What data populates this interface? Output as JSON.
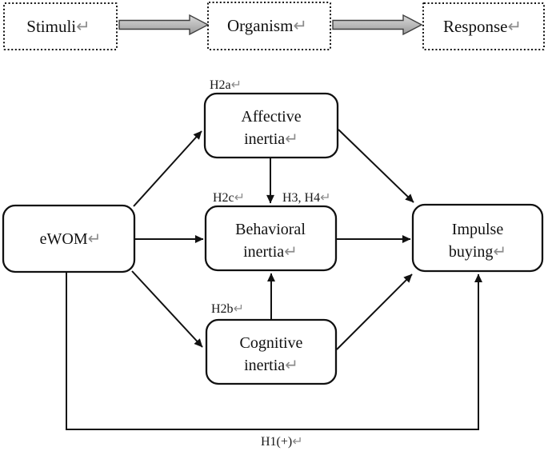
{
  "diagram": {
    "title_semantics": "S-O-R framework with eWOM inertia impulse buying model",
    "return_symbol": "↵",
    "sor": {
      "stimuli": "Stimuli",
      "organism": "Organism",
      "response": "Response"
    },
    "nodes": {
      "ewom": "eWOM",
      "affective_line1": "Affective",
      "affective_line2": "inertia",
      "behavioral_line1": "Behavioral",
      "behavioral_line2": "inertia",
      "cognitive_line1": "Cognitive",
      "cognitive_line2": "inertia",
      "impulse_line1": "Impulse",
      "impulse_line2": "buying"
    },
    "hypotheses": {
      "h2a": "H2a",
      "h2b": "H2b",
      "h2c": "H2c",
      "h3_h4": "H3, H4",
      "h1": "H1(+)"
    },
    "colors": {
      "line": "#111111",
      "text": "#111111",
      "return_symbol": "#8c8c8c",
      "block_arrow_fill_top": "#d9d9d9",
      "block_arrow_fill_bottom": "#9b9b9b",
      "block_arrow_edge": "#3f3f3f",
      "background": "#ffffff"
    }
  }
}
